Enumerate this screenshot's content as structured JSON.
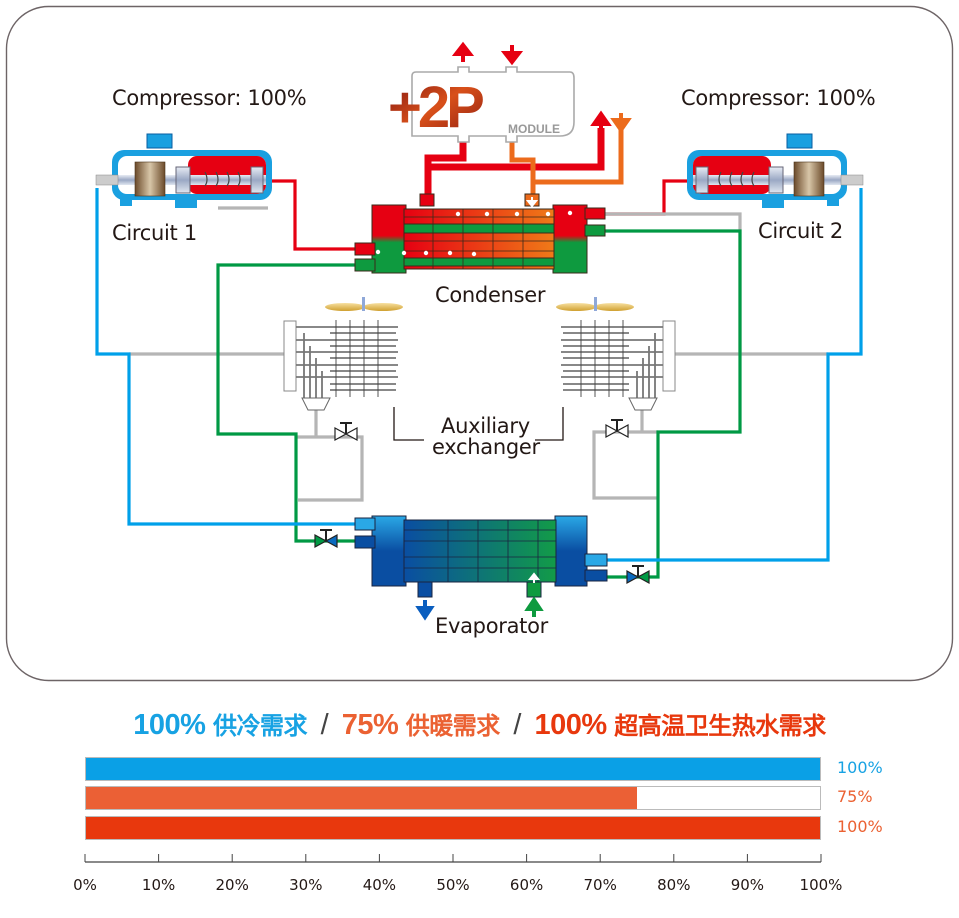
{
  "diagram": {
    "module_logo": {
      "plus_text": "+2P",
      "sub_text": "MODULE"
    },
    "compressor_left": {
      "label": "Compressor: 100%",
      "circuit": "Circuit 1"
    },
    "compressor_right": {
      "label": "Compressor: 100%",
      "circuit": "Circuit 2"
    },
    "condenser": {
      "label": "Condenser"
    },
    "auxiliary_exchanger": {
      "label_line1": "Auxiliary",
      "label_line2": "exchanger"
    },
    "evaporator": {
      "label": "Evaporator"
    },
    "colors": {
      "hot_red": "#e60012",
      "hot_orange": "#ec6b1c",
      "cold_blue": "#00a0e9",
      "dark_blue": "#0a4ea2",
      "green": "#009944",
      "gray_pipe": "#b5b5b5",
      "frame": "#6d6466"
    }
  },
  "heading": {
    "cooling": {
      "pct": "100%",
      "text": "供冷需求",
      "color": "#17a2e3"
    },
    "heating": {
      "pct": "75%",
      "text": "供暖需求",
      "color": "#eb6132"
    },
    "hot_water": {
      "pct": "100%",
      "text": "超高温卫生热水需求",
      "color": "#e8380d"
    },
    "separator": "/"
  },
  "chart_data": {
    "type": "bar",
    "orientation": "horizontal",
    "title": "100% 供冷需求 / 75% 供暖需求 / 100% 超高温卫生热水需求",
    "categories": [
      "供冷需求",
      "供暖需求",
      "超高温卫生热水需求"
    ],
    "values": [
      100,
      75,
      100
    ],
    "value_labels": [
      "100%",
      "75%",
      "100%"
    ],
    "colors": [
      "#0aa0e6",
      "#eb6035",
      "#e8380d"
    ],
    "label_colors": [
      "#17a2e3",
      "#eb6132",
      "#eb6132"
    ],
    "xlim": [
      0,
      100
    ],
    "xticks": [
      0,
      10,
      20,
      30,
      40,
      50,
      60,
      70,
      80,
      90,
      100
    ],
    "xtick_labels": [
      "0%",
      "10%",
      "20%",
      "30%",
      "40%",
      "50%",
      "60%",
      "70%",
      "80%",
      "90%",
      "100%"
    ],
    "xlabel": "",
    "ylabel": "",
    "grid": false
  }
}
